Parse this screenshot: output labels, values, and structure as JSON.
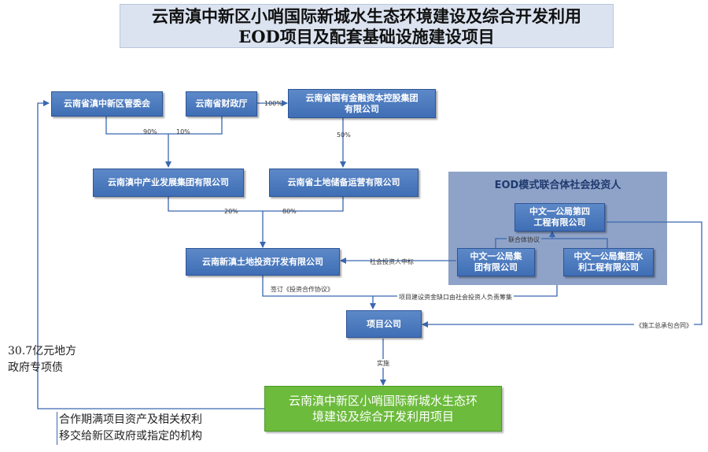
{
  "title": {
    "line1": "云南滇中新区小哨国际新城水生态环境建设及综合开发利用",
    "line2": "EOD项目及配套基础设施建设项目"
  },
  "nodes": {
    "guanweihui": "云南省滇中新区管委会",
    "caizhengting": "云南省财政厅",
    "guokong": "云南省国有金融资本控股集团\n有限公司",
    "chanye": "云南滇中产业发展集团有限公司",
    "tudi_chubei": "云南省土地储备运营有限公司",
    "xindian": "云南新滇土地投资开发有限公司",
    "xiangmu": "项目公司",
    "zhongwen_4": "中文一公局第四\n工程有限公司",
    "zhongwen_group": "中文一公局集\n团有限公司",
    "zhongwen_water": "中文一公局集团水\n利工程有限公司",
    "final_project": "云南滇中新区小哨国际新城水生态环\n境建设及综合开发利用项目"
  },
  "panel": {
    "title": "EOD模式联合体社会投资人"
  },
  "labels": {
    "pct_100": "100%",
    "pct_90": "90%",
    "pct_10": "10%",
    "pct_50": "50%",
    "pct_20": "20%",
    "pct_80": "80%",
    "winning_bid": "社会投资人中标",
    "consortium_agreement": "联合体协议",
    "sign_agreement": "签订《投资合作协议》",
    "funding_gap": "项目建设资金缺口由社会投资人负责筹集",
    "epc_contract": "《施工总承包合同》",
    "implement": "实施"
  },
  "notes": {
    "bond": "30.7亿元地方\n政府专项债",
    "transfer": "合作期满项目资产及相关权利\n移交给新区政府或指定的机构"
  },
  "colors": {
    "box_blue": "#4a78bd",
    "arrow_blue": "#3a67b0",
    "panel": "#8fa3c8",
    "title_bg": "#dbe3f0",
    "green": "#6cbb3c"
  }
}
